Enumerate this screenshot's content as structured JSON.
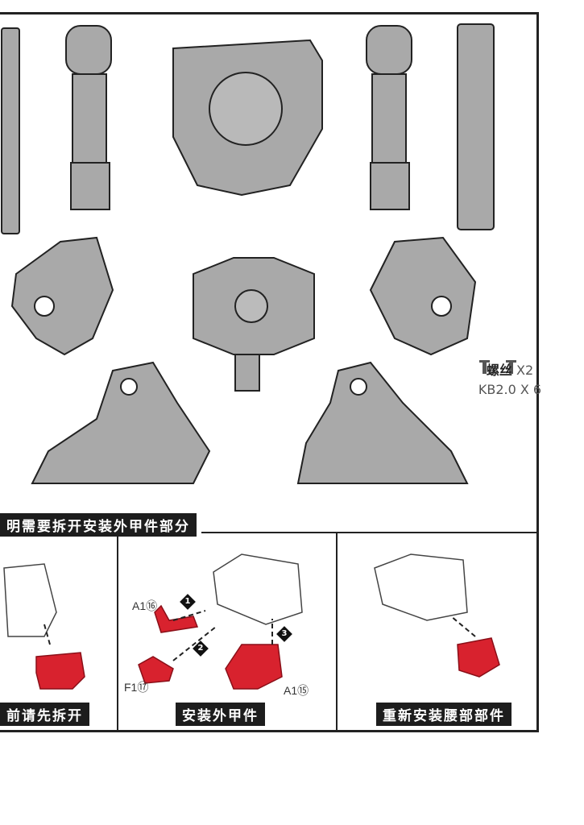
{
  "section_banner": "明需要拆开安装外甲件部分",
  "screws": {
    "name": "螺丝",
    "count": "X2",
    "spec": "KB2.0 X 6"
  },
  "panels": [
    {
      "caption": "前请先拆开"
    },
    {
      "caption": "安装外甲件",
      "parts": [
        "A1⑯",
        "F1⑰",
        "A1⑮"
      ],
      "steps": [
        "1",
        "2",
        "3"
      ]
    },
    {
      "caption": "重新安装腰部部件"
    }
  ],
  "colors": {
    "part_gray": "#a9a9a9",
    "highlight_red": "#d8222e",
    "banner": "#1d1d1d"
  }
}
